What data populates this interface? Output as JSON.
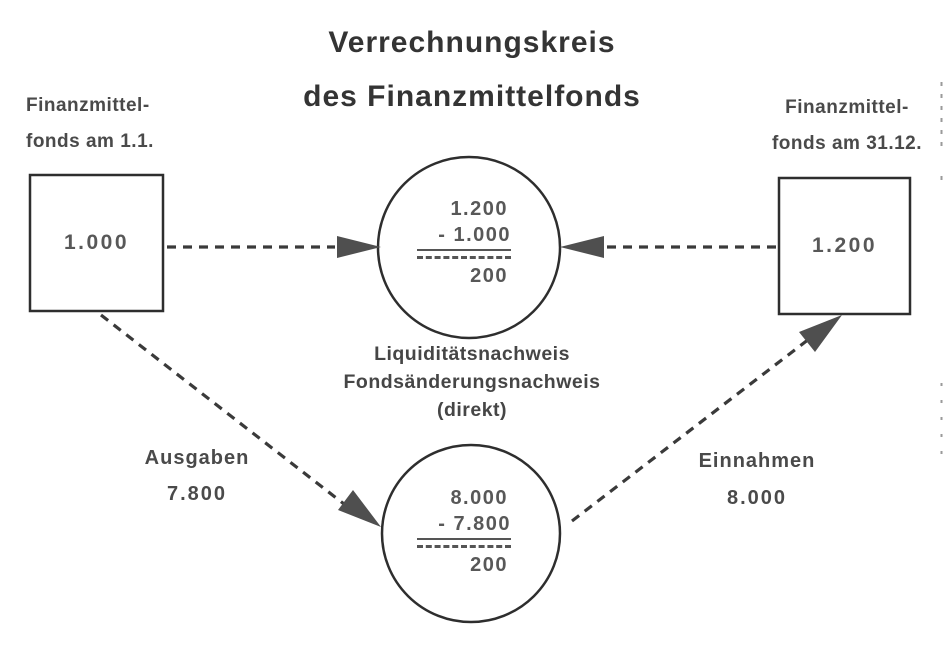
{
  "title": {
    "line1": "Verrechnungskreis",
    "line2": "des Finanzmittelfonds"
  },
  "left_fund": {
    "label_line1": "Finanzmittel-",
    "label_line2": "fonds am 1.1.",
    "value": "1.000"
  },
  "right_fund": {
    "label_line1": "Finanzmittel-",
    "label_line2": "fonds am 31.12.",
    "value": "1.200"
  },
  "top_circle": {
    "minuend": "1.200",
    "subtrahend": "- 1.000",
    "result": "200"
  },
  "center_caption": {
    "line1": "Liquiditätsnachweis",
    "line2": "Fondsänderungsnachweis",
    "line3": "(direkt)"
  },
  "bottom_circle": {
    "minuend": "8.000",
    "subtrahend": "- 7.800",
    "result": "200"
  },
  "outflows": {
    "label": "Ausgaben",
    "value": "7.800"
  },
  "inflows": {
    "label": "Einnahmen",
    "value": "8.000"
  },
  "colors": {
    "ink": "#2e2e2e",
    "text_gray": "#4a4a4a",
    "arrow_fill": "#4f4f4f",
    "background": "#ffffff"
  }
}
